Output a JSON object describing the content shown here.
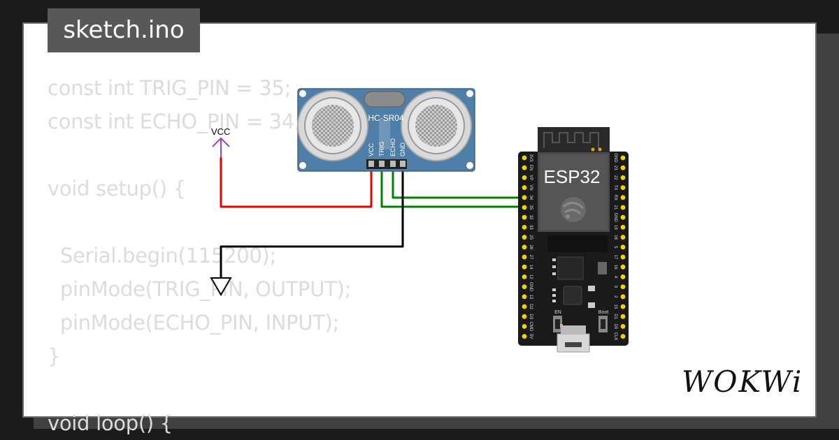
{
  "tab": {
    "filename": "sketch.ino"
  },
  "code": [
    "const int TRIG_PIN = 35;",
    "const int ECHO_PIN = 34;",
    "",
    "void setup() {",
    "",
    "  Serial.begin(115200);",
    "  pinMode(TRIG_PIN, OUTPUT);",
    "  pinMode(ECHO_PIN, INPUT);",
    "}",
    "",
    "void loop() {"
  ],
  "sensor": {
    "model": "HC-SR04",
    "pins": [
      "VCC",
      "TRIG",
      "ECHO",
      "GND"
    ]
  },
  "power_label": "VCC",
  "board": {
    "name": "ESP32",
    "left_pins": [
      "3V3",
      "EN",
      "VP",
      "VN",
      "34",
      "35",
      "32",
      "33",
      "25",
      "26",
      "27",
      "14",
      "12",
      "GND",
      "13",
      "D2",
      "D3",
      "CMD",
      "5V"
    ],
    "right_pins": [
      "GND",
      "23",
      "22",
      "TX",
      "RX",
      "21",
      "GND",
      "19",
      "18",
      "5",
      "17",
      "16",
      "4",
      "0",
      "2",
      "15",
      "D1",
      "D0",
      "CLK"
    ],
    "en_label": "EN",
    "boot_label": "Boot"
  },
  "brand": "WOKWi",
  "colors": {
    "vcc_wire": "#e60000",
    "signal_wires": "#008000",
    "gnd_wire": "#000000",
    "sensor_pcb": "#4f7fa8",
    "power_symbol": "#9a3fcf"
  }
}
